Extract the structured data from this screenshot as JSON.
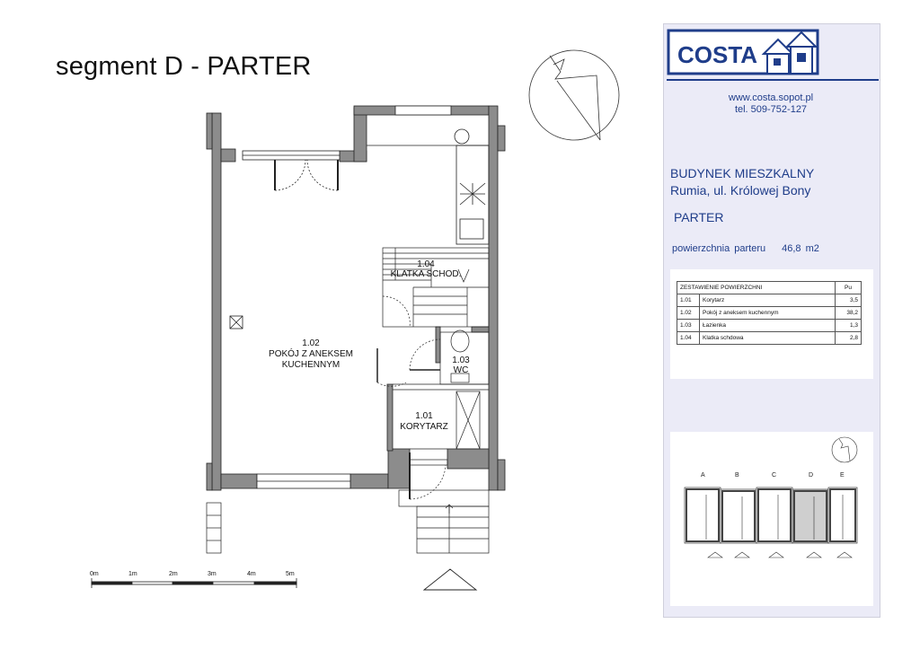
{
  "title": "segment D  - PARTER",
  "rooms": [
    {
      "label": "1.02\nPOKÓJ Z ANEKSEM\nKUCHENNYM"
    },
    {
      "label": "1.04\nKLATKA SCHOD."
    },
    {
      "label": "1.03\nWC"
    },
    {
      "label": "1.01\nKORYTARZ"
    }
  ],
  "scale_labels": [
    "0m",
    "1m",
    "2m",
    "3m",
    "4m",
    "5m"
  ],
  "panel": {
    "logo_text": "COSTA",
    "url": "www.costa.sopot.pl",
    "phone": "tel. 509-752-127",
    "building_type": "BUDYNEK MIESZKALNY",
    "address": "Rumia, ul. Królowej Bony",
    "floor": "PARTER",
    "area_label": "powierzchnia  parteru",
    "area_value": "46,8 m2",
    "table": {
      "header": [
        "ZESTAWIENIE POWIERZCHNI",
        "Pu"
      ],
      "rows": [
        {
          "no": "1.01",
          "name": "Korytarz",
          "area": "3,5"
        },
        {
          "no": "1.02",
          "name": "Pokój  z aneksem kuchennym",
          "area": "38,2"
        },
        {
          "no": "1.03",
          "name": "Łazienka",
          "area": "1,3"
        },
        {
          "no": "1.04",
          "name": "Klatka schdowa",
          "area": "2,8"
        }
      ]
    },
    "site_segments": [
      "A",
      "B",
      "C",
      "D",
      "E"
    ]
  },
  "colors": {
    "brand": "#1f3d8a",
    "wall": "#8c8c8c",
    "panel_bg": "#ebebf7"
  }
}
